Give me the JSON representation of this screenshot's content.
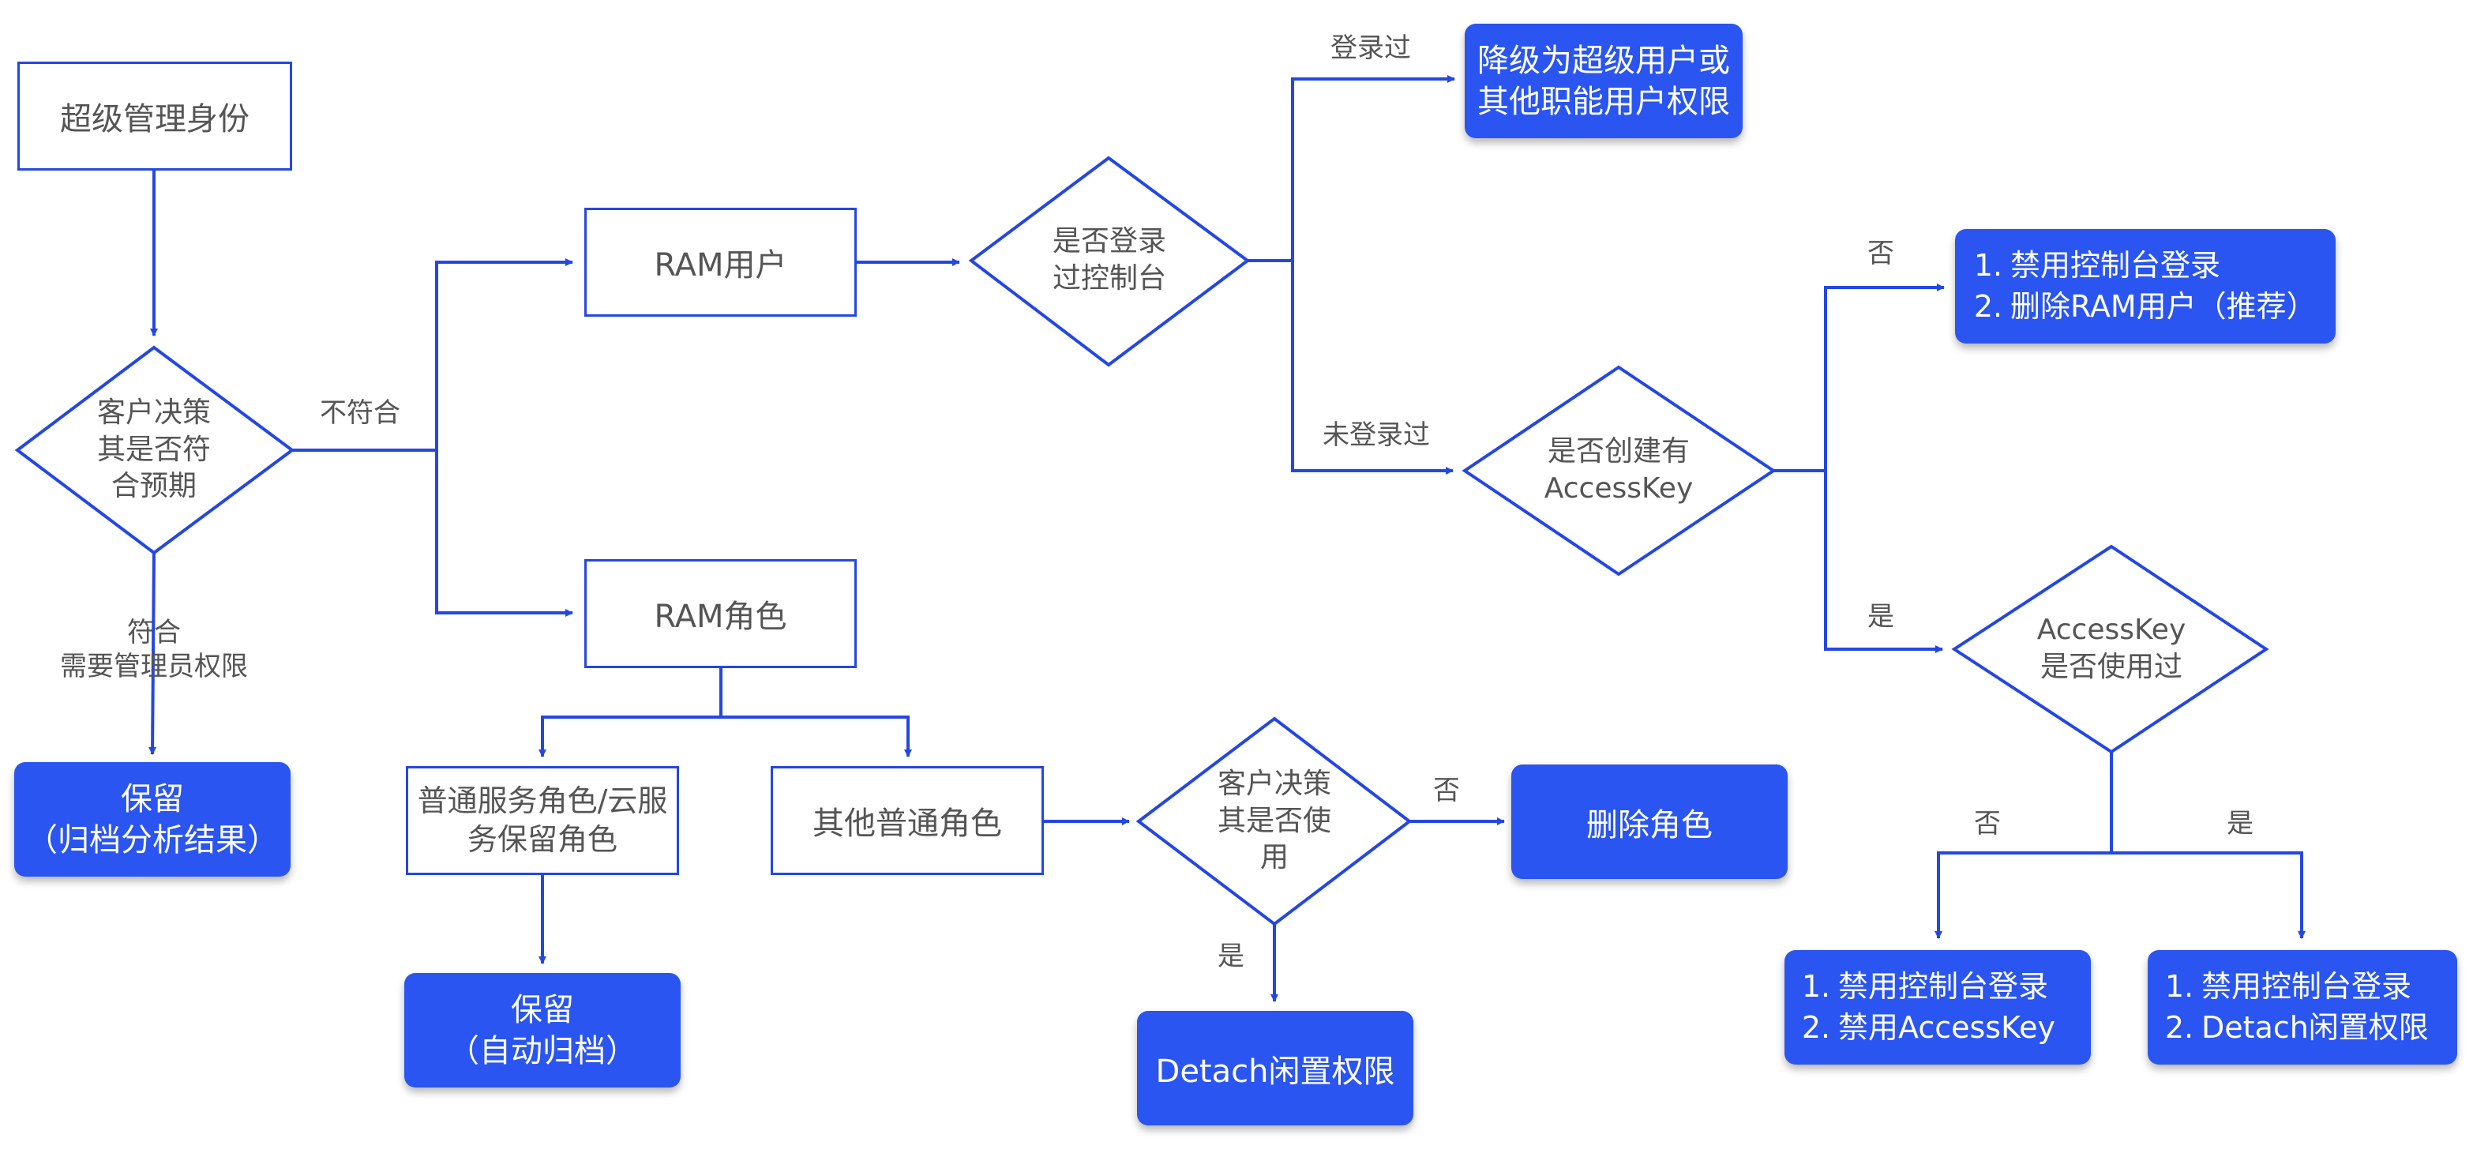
{
  "nodes": {
    "super_admin": "超级管理身份",
    "decide_expect": [
      "客户决策",
      "其是否符",
      "合预期"
    ],
    "keep_archive": [
      "保留",
      "（归档分析结果）"
    ],
    "ram_user": "RAM用户",
    "ram_role": "RAM角色",
    "console_login": [
      "是否登录",
      "过控制台"
    ],
    "downgrade": [
      "降级为超级用户或",
      "其他职能用户权限"
    ],
    "has_accesskey": [
      "是否创建有",
      "AccessKey"
    ],
    "disable_delete": [
      "1.",
      "禁用控制台登录",
      "2.",
      "删除RAM用户（推荐）"
    ],
    "accesskey_used": [
      "AccessKey",
      "是否使用过"
    ],
    "service_role": [
      "普通服务角色/云服",
      "务保留角色"
    ],
    "other_role": "其他普通角色",
    "decide_use": [
      "客户决策",
      "其是否使",
      "用"
    ],
    "delete_role": "删除角色",
    "keep_auto": [
      "保留",
      "（自动归档）"
    ],
    "detach_idle": "Detach闲置权限",
    "disable_ak": [
      "1.",
      "禁用控制台登录",
      "2.",
      "禁用AccessKey"
    ],
    "disable_detach": [
      "1.",
      "禁用控制台登录",
      "2.",
      "Detach闲置权限"
    ]
  },
  "labels": {
    "not_match": "不符合",
    "match": [
      "符合",
      "需要管理员权限"
    ],
    "logged_in": "登录过",
    "not_logged_in": "未登录过",
    "no_1": "否",
    "yes_1": "是",
    "no_2": "否",
    "yes_2": "是",
    "no_3": "否",
    "yes_3": "是"
  },
  "colors": {
    "line": "#2447e3",
    "fill": "#2a55f0",
    "text": "#555555"
  }
}
